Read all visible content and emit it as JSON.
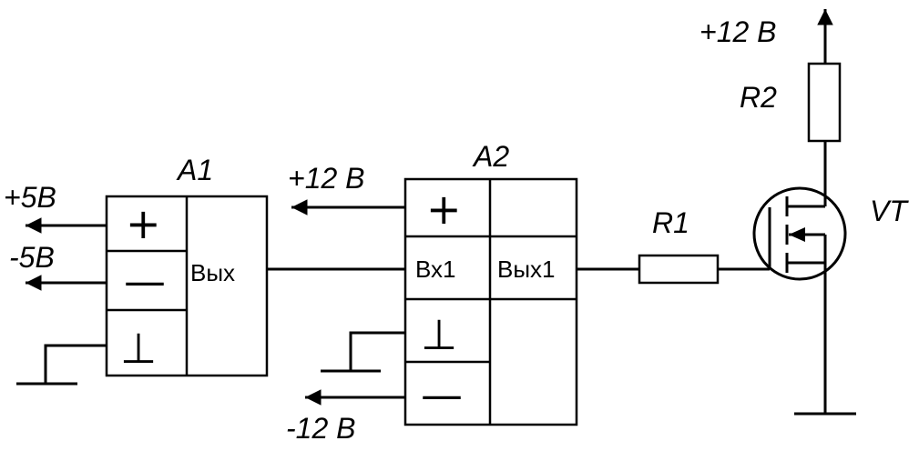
{
  "a1": {
    "title": "A1",
    "plus_rail": "+5В",
    "minus_rail": "-5В",
    "plus_symbol": "+",
    "minus_symbol": "—",
    "ground_symbol": "⊥",
    "output": "Вых"
  },
  "a2": {
    "title": "A2",
    "plus_rail": "+12 В",
    "minus_rail": "-12 В",
    "plus_symbol": "+",
    "minus_symbol": "—",
    "ground_symbol": "⊥",
    "input": "Вх1",
    "output": "Вых1"
  },
  "r1": {
    "label": "R1"
  },
  "r2": {
    "label": "R2"
  },
  "vt": {
    "label": "VT"
  },
  "supply": {
    "label": "+12 В"
  }
}
